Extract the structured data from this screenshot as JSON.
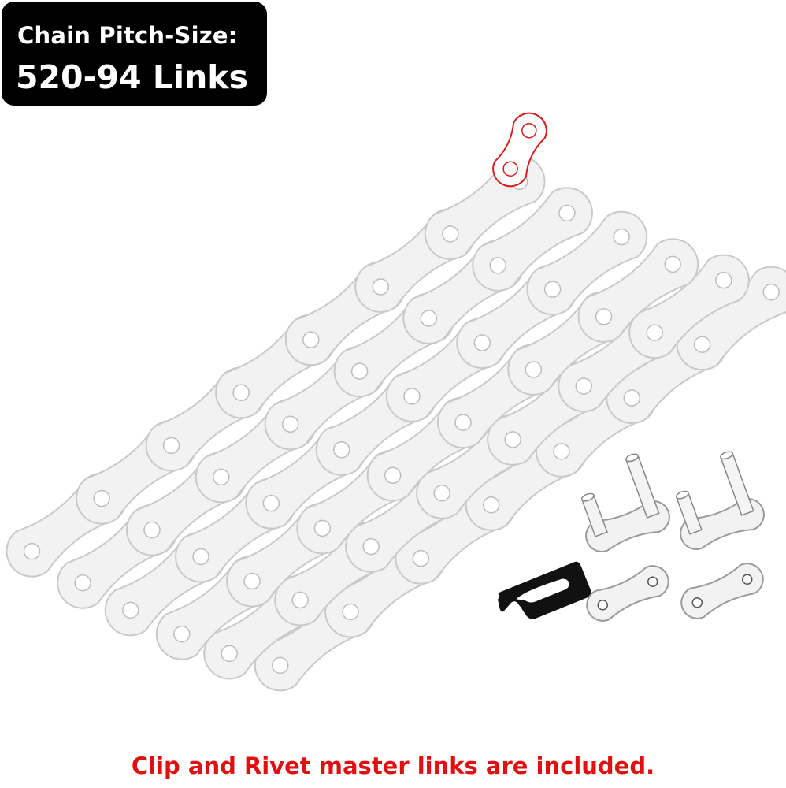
{
  "badge": {
    "line1": "Chain Pitch-Size:",
    "line2": "520-94 Links"
  },
  "caption": "Clip and Rivet master links are included.",
  "colors": {
    "badge_bg": "#000000",
    "badge_text": "#ffffff",
    "caption": "#e01010",
    "highlight_link": "#d81b1b",
    "plate_fill": "#f2f2f2",
    "plate_stroke": "#c9c9c9",
    "clip": "#111111"
  },
  "illustration": {
    "chain_rows": 6,
    "highlighted_outline_link": "top",
    "master_link_parts": [
      "clip",
      "rivet-plate-with-pins",
      "rivet-plate-with-pins",
      "side-plate",
      "side-plate"
    ]
  }
}
